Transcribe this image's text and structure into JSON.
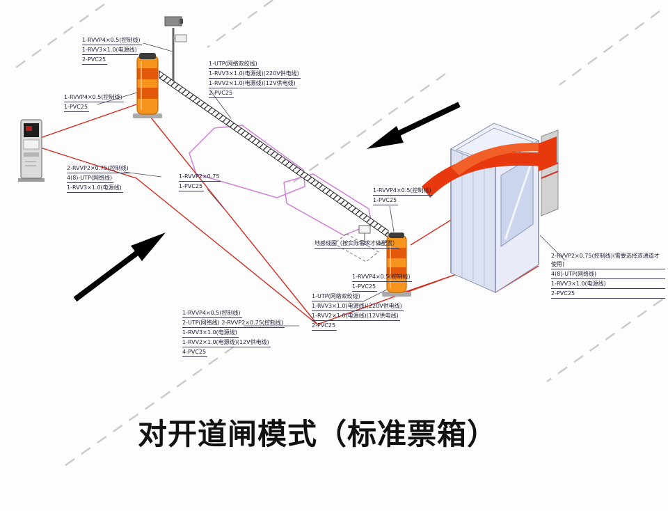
{
  "title": "对开道闸模式（标准票箱）",
  "colors": {
    "barrier_orange": "#f7941d",
    "barrier_stripe": "#e2590a",
    "cable_red": "#d42a1e",
    "ribbon_red": "#e8380d",
    "island_magenta": "#cf7fd8",
    "road_gray": "#cbcbcb",
    "booth_fill": "#e7eaf7"
  },
  "labels": {
    "camera_top": {
      "lines": [
        "1-RVVP4×0.5(控制线)",
        "1-RVV3×1.0(电源线)",
        "2-PVC25"
      ]
    },
    "left_barrier": {
      "lines": [
        "1-RVVP4×0.5(控制线)",
        "1-PVC25"
      ]
    },
    "top_middle": {
      "lines": [
        "1-UTP(网络双绞线)",
        "1-RVV3×1.0(电源线)(220V供电线)",
        "1-RVV2×1.0(电源线)(12V供电线)",
        "2-PVC25"
      ]
    },
    "left_mid": {
      "lines": [
        "2-RVVP2×0.75(控制线)",
        "4(8)-UTP(网络线)",
        "1-RVV3×1.0(电源线)"
      ]
    },
    "center": {
      "lines": [
        "1-RVVP2×0.75",
        "1-PVC25"
      ]
    },
    "right_barrier_top": {
      "lines": [
        "1-RVVP4×0.5(控制线)",
        "1-PVC25"
      ]
    },
    "ground_coil": {
      "lines": [
        "地感线圈（按实际需求才做配置）"
      ]
    },
    "right_barrier_bottom": {
      "lines": [
        "1-RVVP4×0.5(控制线)",
        "1-PVC25"
      ]
    },
    "bottom_middle": {
      "lines": [
        "1-UTP(网络双绞线)",
        "1-RVV3×1.0(电源线)(220V供电线)",
        "1-RVV2×1.0(电源线)(12V供电线)",
        "2-PVC25"
      ]
    },
    "bottom_left": {
      "lines": [
        "1-RVVP4×0.5(控制线)",
        "2-UTP(网络线)  2-RVVP2×0.75(控制线)",
        "1-RVV3×1.0(电源线)",
        "1-RVV2×1.0(电源线)(12V供电线)",
        "4-PVC25"
      ]
    },
    "booth_right": {
      "lines": [
        "2-RVVP2×0.75(控制线)(需要选择双通道才使用)",
        "4(8)-UTP(网络线)",
        "1-RVV3×1.0(电源线)",
        "2-PVC25"
      ]
    }
  }
}
